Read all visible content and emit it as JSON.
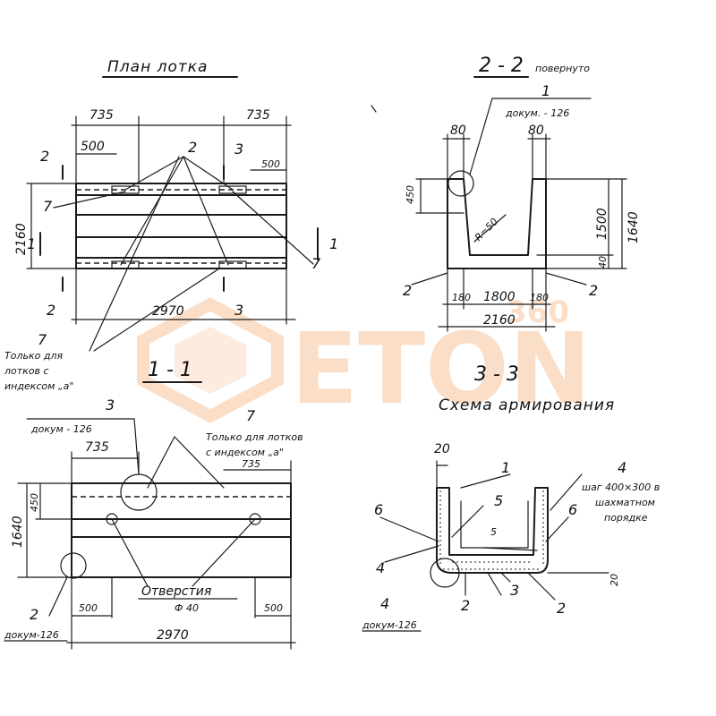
{
  "titles": {
    "plan": "План лотка",
    "sec22": "2 - 2",
    "sec22_note": "повернуто",
    "sec11": "1 - 1",
    "sec33": "3 - 3",
    "scheme": "Схема армирования"
  },
  "plan": {
    "dim_top_left": "735",
    "dim_top_right": "735",
    "dim_500_left": "500",
    "dim_500_right": "500",
    "dim_width": "2160",
    "dim_length": "2970",
    "marks": {
      "m2_top_left": "2",
      "m2_top": "2",
      "m3_top": "3",
      "m7_left": "7",
      "m1_left": "1",
      "m1_right": "1",
      "m7_right": "7",
      "m2_bottom": "2",
      "m3_bottom": "3",
      "m7_bottom": "7"
    },
    "note": [
      "Только для",
      "лотков с",
      "индексом „а\""
    ]
  },
  "sec22": {
    "mark1": "1",
    "doc": "докум. - 126",
    "dim80_left": "80",
    "dim80_right": "80",
    "dim450": "450",
    "dim1500": "1500",
    "dim1640": "1640",
    "dim40": "40",
    "radius": "R=50",
    "dim180_left": "180",
    "dim1800": "1800",
    "dim180_right": "180",
    "dim2160": "2160",
    "mark2_left": "2",
    "mark2_right": "2"
  },
  "sec11": {
    "mark3": "3",
    "doc": "докум - 126",
    "dim735_left": "735",
    "mark7": "7",
    "note": [
      "Только для лотков",
      "с индексом „а\""
    ],
    "dim735_right": "735",
    "dim450": "450",
    "dim1640": "1640",
    "holes_label": "Отверстия",
    "holes_dia": "Ф 40",
    "dim500_left": "500",
    "dim500_right": "500",
    "mark2": "2",
    "doc2": "докум-126",
    "dim2970": "2970"
  },
  "scheme": {
    "dim20": "20",
    "mark1": "1",
    "mark4_top": "4",
    "step": [
      "шаг 400×300 в",
      "шахматном",
      "порядке"
    ],
    "mark5": "5",
    "mark6_left": "6",
    "mark6_right": "6",
    "mark5_inner": "5",
    "mark4_left": "4",
    "mark4_bottom": "4",
    "doc": "докум-126",
    "mark2_a": "2",
    "mark3": "3",
    "mark2_b": "2",
    "dim20_end": "20"
  },
  "watermark": {
    "text": "ETON",
    "sub": "360",
    "color": "#f08a3c"
  }
}
